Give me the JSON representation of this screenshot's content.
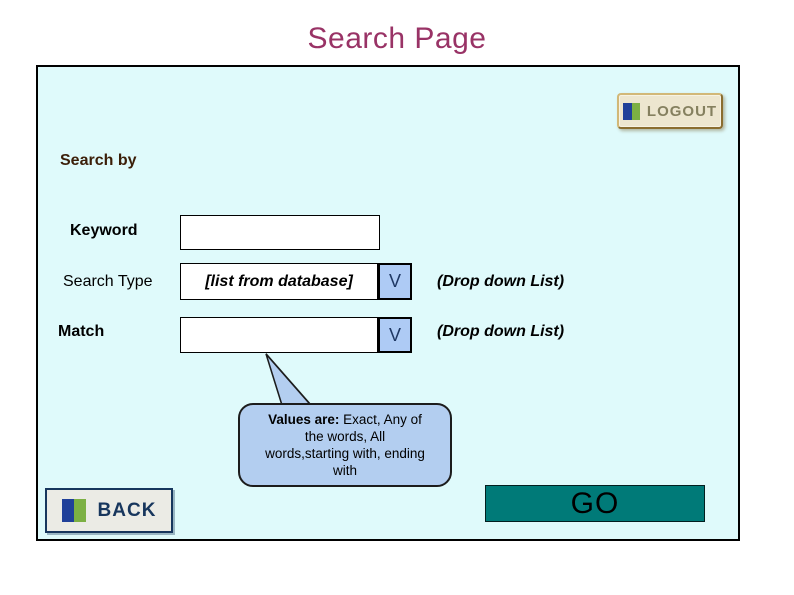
{
  "page": {
    "title": "Search Page"
  },
  "colors": {
    "title": "#993366",
    "panel_background": "#dffafb",
    "panel_border": "#000000",
    "section_label": "#3b1e08",
    "dropdown_button_fill": "#aecbf5",
    "callout_fill": "#b3cef0",
    "go_button_fill": "#007a78",
    "back_text": "#17365d",
    "logout_text": "#85805f",
    "icon_navy": "#204099",
    "icon_green": "#7cb043"
  },
  "logout": {
    "label": "LOGOUT",
    "icon": "two-bars-icon"
  },
  "form": {
    "section_label": "Search by",
    "keyword": {
      "label": "Keyword",
      "value": "",
      "placeholder": ""
    },
    "search_type": {
      "label": "Search Type",
      "value": "[list from database]",
      "dropdown_glyph": "V",
      "annotation": "(Drop down List)"
    },
    "match": {
      "label": "Match",
      "value": "",
      "dropdown_glyph": "V",
      "annotation": "(Drop down List)"
    }
  },
  "callout": {
    "bold_prefix": "Values are:",
    "rest": " Exact, Any of\nthe words, All\nwords,starting with, ending\nwith"
  },
  "back": {
    "label": "BACK",
    "icon": "two-bars-icon"
  },
  "go": {
    "label": "GO"
  }
}
